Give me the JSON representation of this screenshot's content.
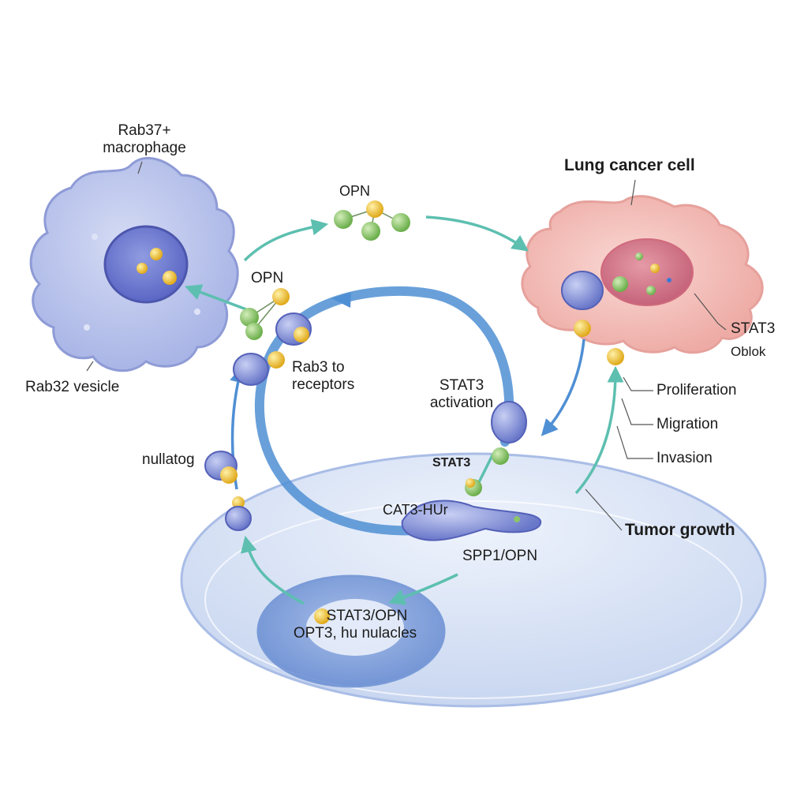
{
  "labels": {
    "macrophage_title_line1": "Rab37+",
    "macrophage_title_line2": "macrophage",
    "rab_vesicle": "Rab32 vesicle",
    "opn_top": "OPN",
    "opn_left": "OPN",
    "rab_receptors_line1": "Rab3 to",
    "rab_receptors_line2": "receptors",
    "stat3_activation_line1": "STAT3",
    "stat3_activation_line2": "activation",
    "nullator": "nullatog",
    "lung_cancer_cell": "Lung cancer cell",
    "stat3_right": "STAT3",
    "stat3_right_sub": "Oblok",
    "proliferation": "Proliferation",
    "migration": "Migration",
    "invasion": "Invasion",
    "tumor_growth": "Tumor growth",
    "spp1_opn": "SPP1/OPN",
    "nucleus_line1": "STAT3/OPN",
    "nucleus_line2": "OPT3, hu nulacles",
    "stat_mid": "STAT3",
    "cat_label": "CAT3-HUr"
  },
  "colors": {
    "macrophage": "#b9c3ea",
    "macrophage_edge": "#8e9bd6",
    "cancer_cell": "#f3c4c0",
    "cancer_edge": "#e6a19c",
    "big_cell": "#dbe5f6",
    "arrow_teal": "#5dbfb0",
    "arrow_blue": "#4f8fd4",
    "opn_gold": "#f2c230",
    "opn_green": "#8cc56b"
  }
}
